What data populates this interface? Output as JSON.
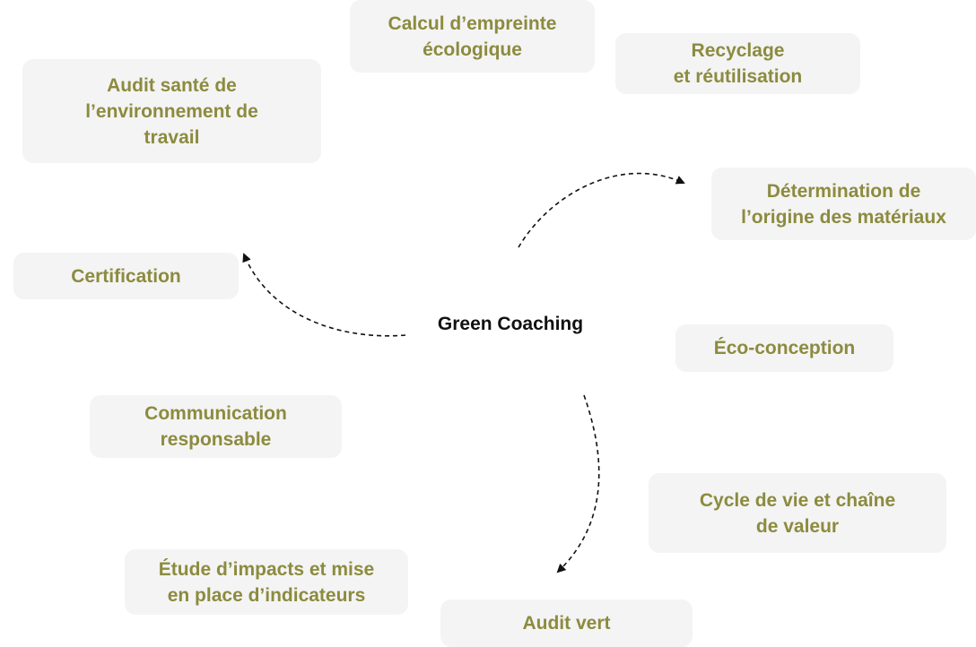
{
  "diagram": {
    "center": "Green Coaching",
    "nodes": {
      "calcul": "Calcul d’empreinte\nécologique",
      "recyclage": "Recyclage\net réutilisation",
      "audit_sante": "Audit santé de\nl’environnement de\ntravail",
      "determination": "Détermination de\nl’origine des matériaux",
      "certification": "Certification",
      "eco_conception": "Éco-conception",
      "communication": "Communication\nresponsable",
      "cycle_vie": "Cycle de vie et chaîne\nde valeur",
      "etude_impacts": "Étude d’impacts et mise\nen place d’indicateurs",
      "audit_vert": "Audit vert"
    },
    "colors": {
      "node_text": "#8c8b3f",
      "node_background": "#f4f4f4",
      "center_text": "#111111",
      "arrow": "#111111"
    }
  }
}
